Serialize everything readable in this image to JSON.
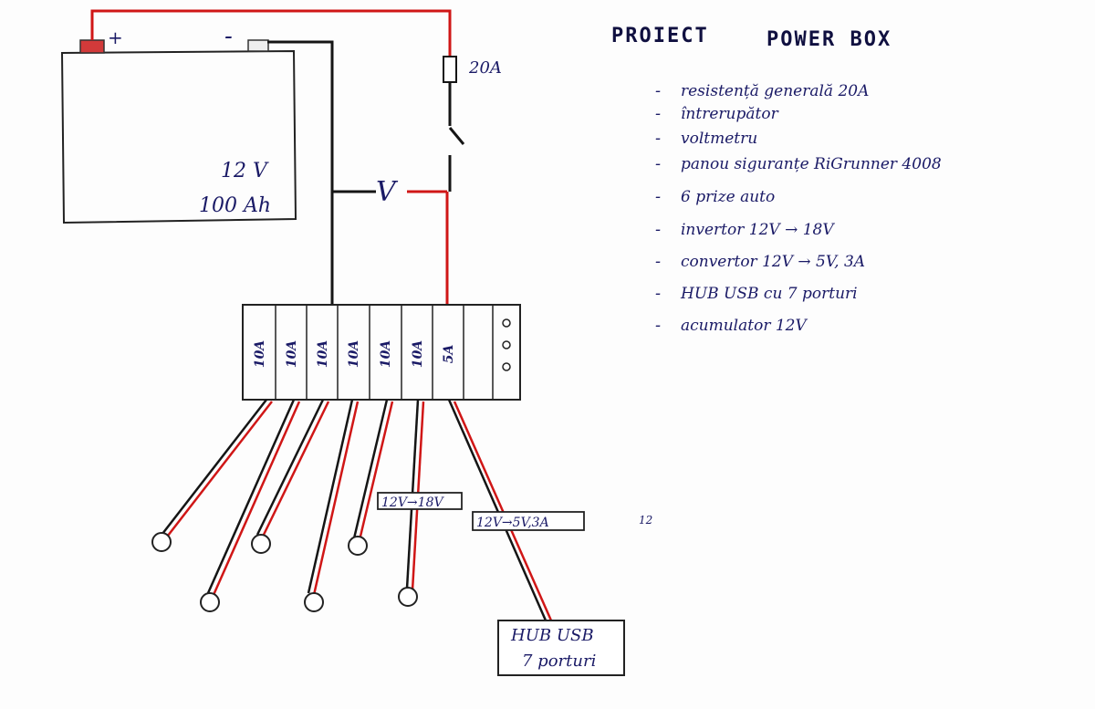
{
  "title": {
    "left": "PROIECT",
    "right": "POWER BOX"
  },
  "battery": {
    "plus": "+",
    "minus": "-",
    "voltage": "12 V",
    "capacity": "100 Ah"
  },
  "main_fuse": "20A",
  "voltmeter_symbol": "V",
  "fuse_panel": {
    "fuses": [
      "10A",
      "10A",
      "10A",
      "10A",
      "10A",
      "10A",
      "5A"
    ]
  },
  "labels": {
    "inverter_box": "12V→18V",
    "converter_box": "12V→5V,3A",
    "stray_mark": "12",
    "hub_line1": "HUB USB",
    "hub_line2": "7 porturi"
  },
  "components_list": [
    "resistență generală  20A",
    "întrerupător",
    "voltmetru",
    "panou siguranțe  RiGrunner 4008",
    "6 prize auto",
    "invertor   12V → 18V",
    "convertor  12V → 5V, 3A",
    "HUB USB cu 7 porturi",
    "acumulator 12V"
  ],
  "colors": {
    "wire_red": "#e01818",
    "wire_black": "#151515",
    "ink": "#15154f"
  }
}
